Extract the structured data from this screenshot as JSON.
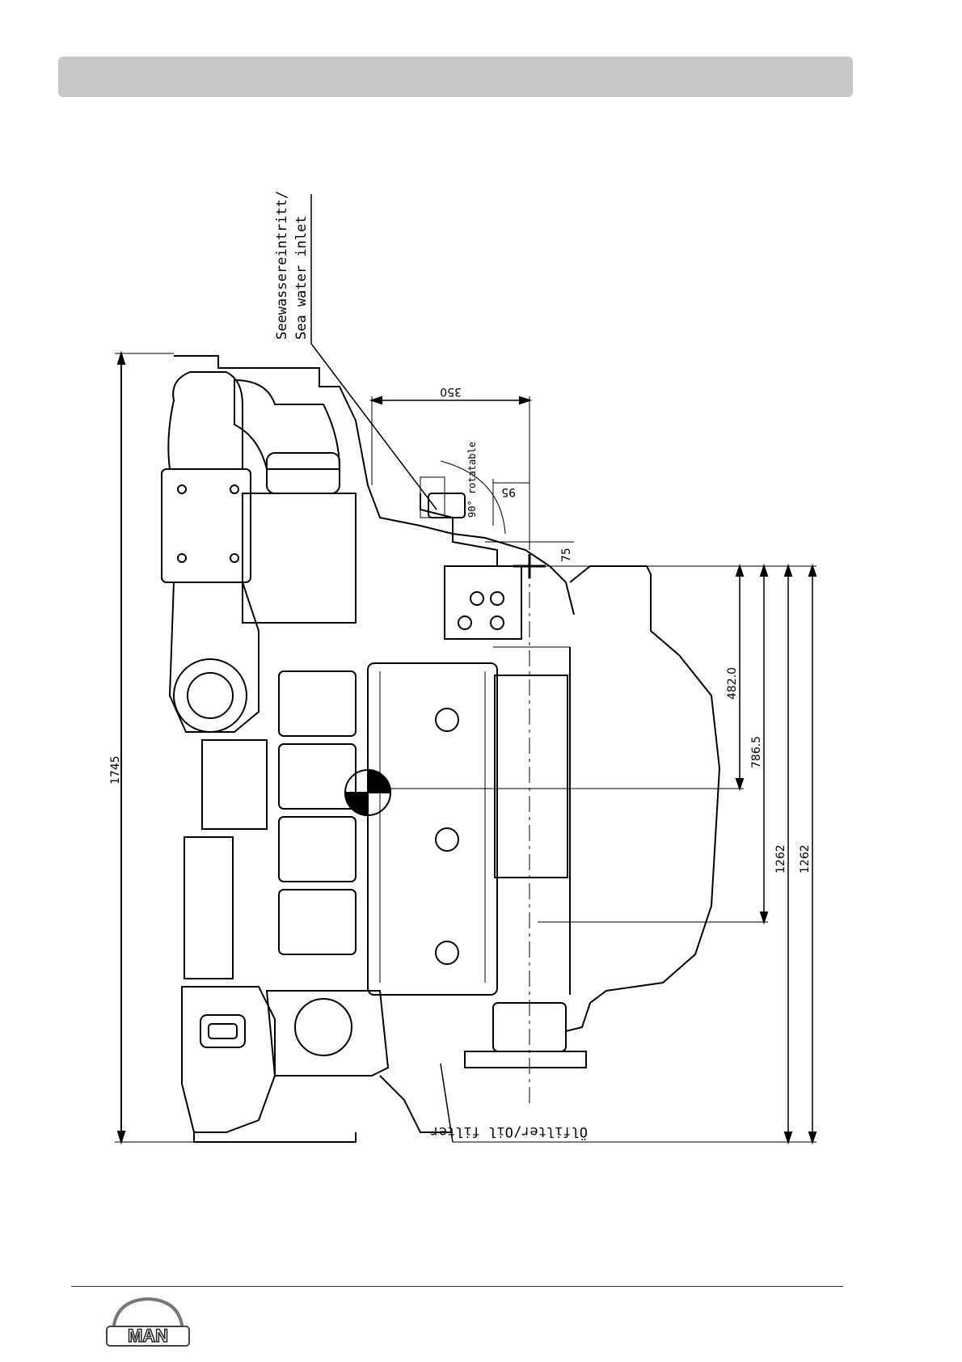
{
  "labels": {
    "sea_water_de": "Seewassereintritt/",
    "sea_water_en": "Sea water inlet",
    "rotatable": "90° rotatable",
    "oil_filter": "Ölfilter/Oil filter"
  },
  "dimensions": {
    "d1745": "1745",
    "d350": "350",
    "d95": "95",
    "d75": "75",
    "d482": "482.0",
    "d786": "786.5",
    "d1262a": "1262",
    "d1262b": "1262"
  },
  "logo": {
    "text": "MAN"
  }
}
